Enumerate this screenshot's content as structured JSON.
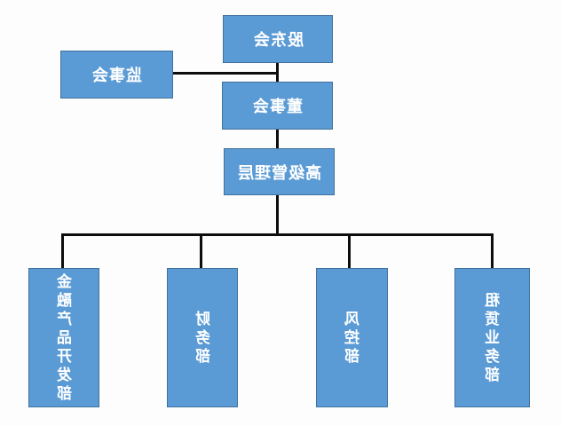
{
  "diagram": {
    "type": "org-chart",
    "text_mirrored": true,
    "nodes": {
      "shareholders_meeting": {
        "label": "股东会"
      },
      "supervisory_board": {
        "label": "监事会"
      },
      "board_of_directors": {
        "label": "董事会"
      },
      "senior_management": {
        "label": "高级管理层"
      },
      "financial_product_dev_dept": {
        "label": "金融产品开发部"
      },
      "finance_dept": {
        "label": "财务部"
      },
      "risk_control_dept": {
        "label": "风控部"
      },
      "leasing_business_dept": {
        "label": "租赁业务部"
      }
    },
    "edges": [
      {
        "from": "股东会",
        "to": "董事会"
      },
      {
        "from": "监事会",
        "to": "股东会-董事会连线",
        "type": "side-branch"
      },
      {
        "from": "董事会",
        "to": "高级管理层"
      },
      {
        "from": "高级管理层",
        "to": "金融产品开发部"
      },
      {
        "from": "高级管理层",
        "to": "财务部"
      },
      {
        "from": "高级管理层",
        "to": "风控部"
      },
      {
        "from": "高级管理层",
        "to": "租赁业务部"
      }
    ],
    "colors": {
      "node_fill": "#5b9bd5",
      "node_border": "#41719c",
      "connector": "#0d0d0d",
      "label_text": "#ffffff",
      "background": "#ffffff"
    }
  }
}
